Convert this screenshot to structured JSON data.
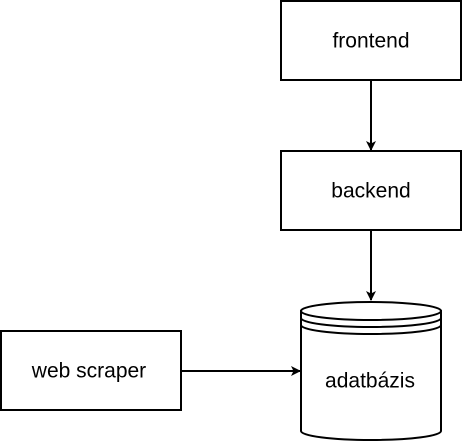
{
  "diagram": {
    "nodes": {
      "frontend": {
        "label": "frontend",
        "shape": "rectangle"
      },
      "backend": {
        "label": "backend",
        "shape": "rectangle"
      },
      "database": {
        "label": "adatbázis",
        "shape": "cylinder"
      },
      "web_scraper": {
        "label": "web scraper",
        "shape": "rectangle"
      }
    },
    "edges": [
      {
        "from": "frontend",
        "to": "backend"
      },
      {
        "from": "backend",
        "to": "adatbázis"
      },
      {
        "from": "web scraper",
        "to": "adatbázis"
      }
    ],
    "colors": {
      "stroke": "#000000",
      "fill": "#ffffff",
      "text": "#000000"
    }
  }
}
